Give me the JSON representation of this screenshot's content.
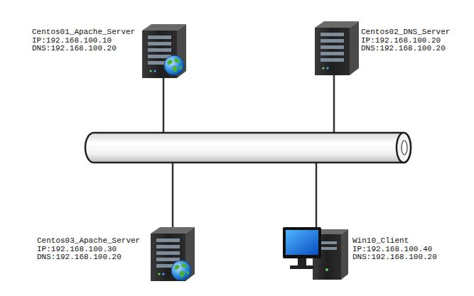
{
  "diagram": {
    "nodes": [
      {
        "text": [
          "Centos01_Apache_Server",
          "IP:192.168.100.10",
          "DNS:192.168.100.20"
        ]
      },
      {
        "text": [
          "Centos02_DNS_Server",
          "IP:192.168.100.20",
          "DNS:192.168.100.20"
        ]
      },
      {
        "text": [
          "Centos03_Apache_Server",
          "IP:192.168.100.30",
          "DNS:192.168.100.20"
        ]
      },
      {
        "text": [
          "Win10_Client",
          "IP:192.168.100.40",
          "DNS:192.168.100.20"
        ]
      }
    ]
  }
}
